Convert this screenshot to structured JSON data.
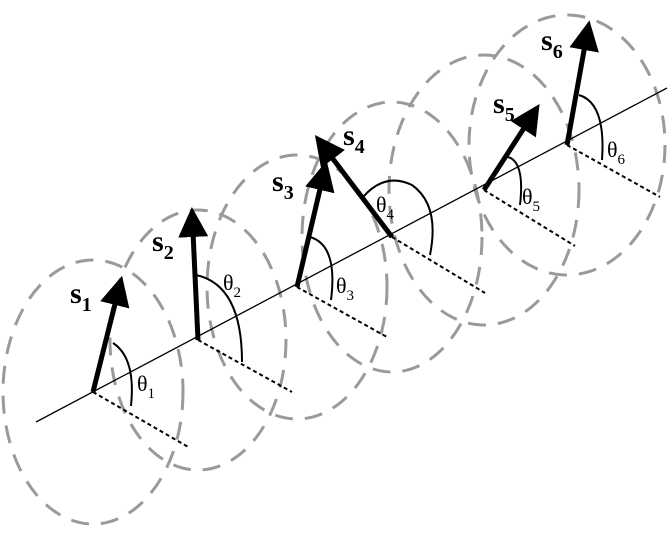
{
  "sites": [
    {
      "spin": "s",
      "index": "1",
      "angle": "θ",
      "angle_index": "1"
    },
    {
      "spin": "s",
      "index": "2",
      "angle": "θ",
      "angle_index": "2"
    },
    {
      "spin": "s",
      "index": "3",
      "angle": "θ",
      "angle_index": "3"
    },
    {
      "spin": "s",
      "index": "4",
      "angle": "θ",
      "angle_index": "4"
    },
    {
      "spin": "s",
      "index": "5",
      "angle": "θ",
      "angle_index": "5"
    },
    {
      "spin": "s",
      "index": "6",
      "angle": "θ",
      "angle_index": "6"
    }
  ],
  "colors": {
    "ink": "#000000",
    "circle": "#9a9a9a"
  }
}
